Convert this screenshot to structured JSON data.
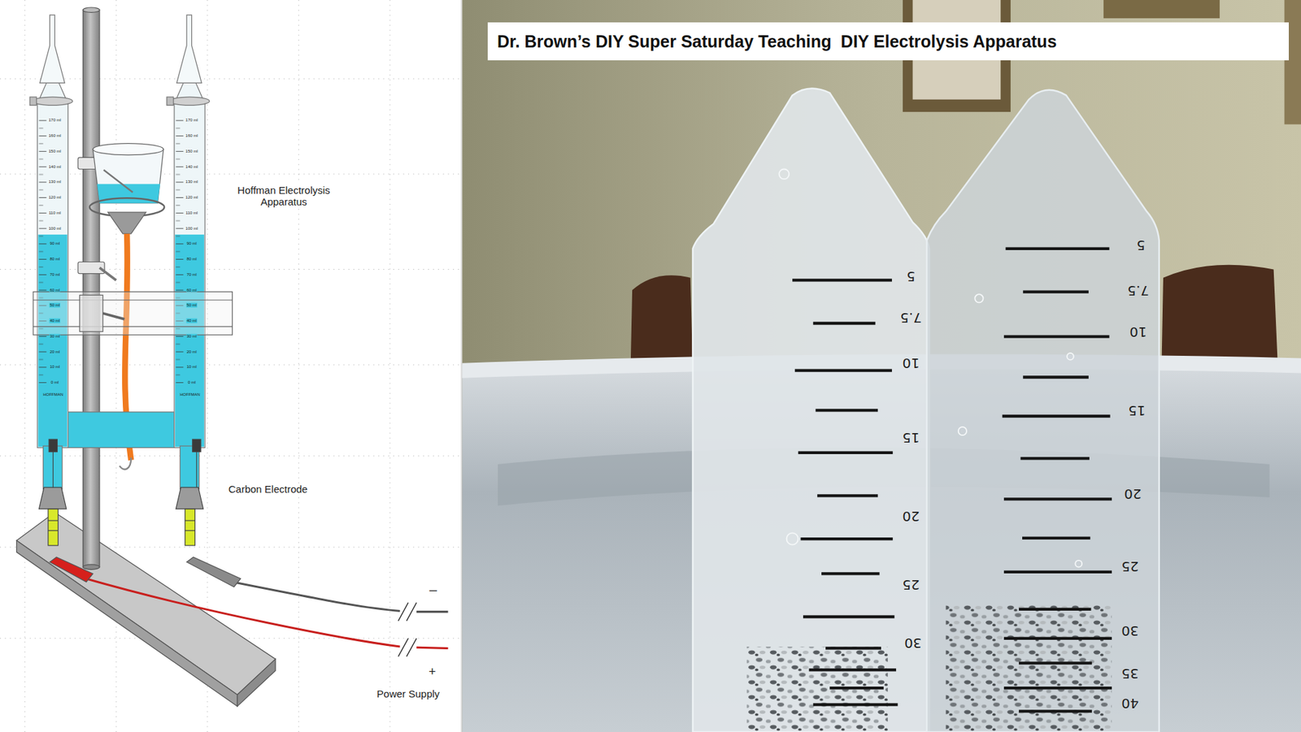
{
  "diagram": {
    "title": "Dr. Brown’s DIY Super Saturday Teaching  DIY Electrolysis Apparatus",
    "labels": [
      "Hoffman Electrolysis Apparatus",
      "Carbon Electrode",
      "–",
      "+",
      "Power Supply",
      "170 ml",
      "160 ml",
      "150 ml",
      "140 ml",
      "130 ml",
      "120 ml",
      "110 ml",
      "100 ml",
      "90 ml",
      "80 ml",
      "70 ml",
      "60 ml",
      "50 ml",
      "40 ml",
      "30 ml",
      "20 ml",
      "10 ml",
      "0 ml",
      "HOFFMAN",
      "170 ml",
      "160 ml",
      "150 ml",
      "140 ml",
      "130 ml",
      "120 ml",
      "110 ml",
      "100 ml",
      "90 ml",
      "80 ml",
      "70 ml",
      "60 ml",
      "50 ml",
      "40 ml",
      "30 ml",
      "20 ml",
      "10 ml",
      "0 ml",
      "HOFFMAN",
      "5",
      "7.5",
      "10",
      "15",
      "20",
      "25",
      "30",
      "5",
      "7.5",
      "10",
      "15",
      "20",
      "25",
      "30",
      "35",
      "40"
    ]
  }
}
